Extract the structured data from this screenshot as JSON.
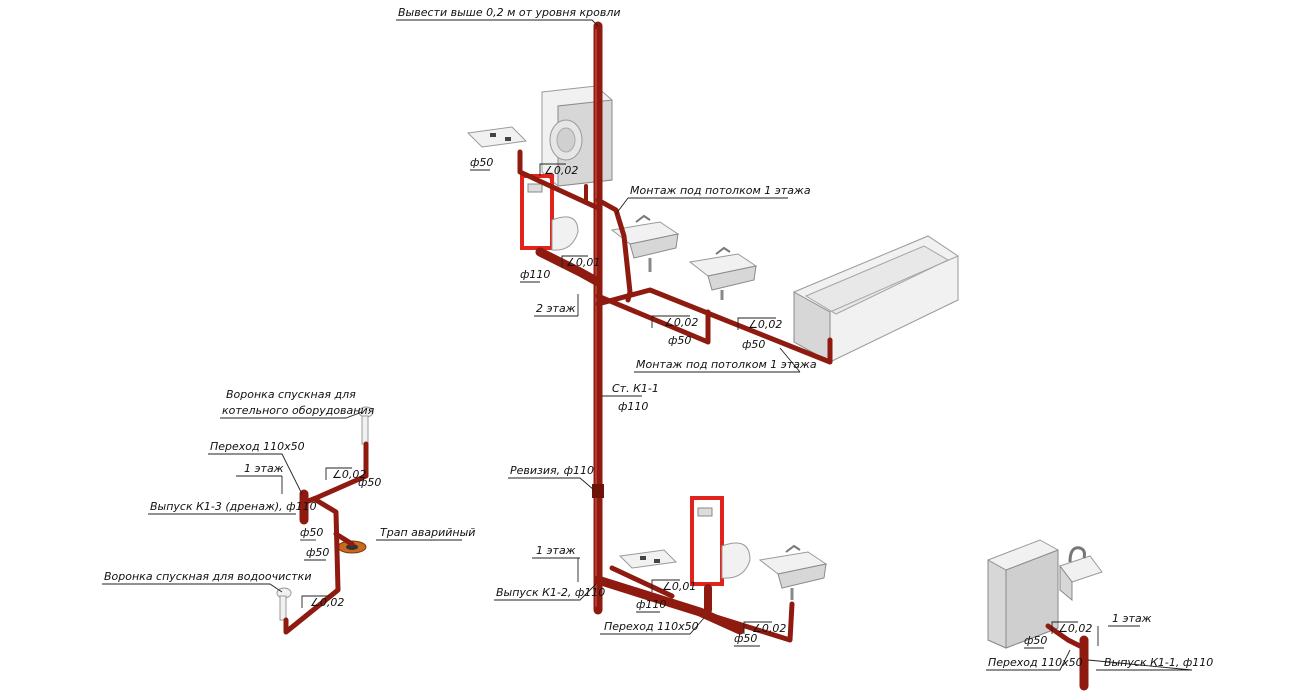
{
  "labels": {
    "roof": "Вывести выше 0,2 м от уровня кровли",
    "ceiling_top": "Монтаж под потолком 1 этажа",
    "ceiling_bottom": "Монтаж под потолком 1 этажа",
    "floor2": "2 этаж",
    "riser": "Ст. К1-1",
    "riser_dia": "ф110",
    "revision": "Ревизия, ф110",
    "floor1_center": "1 этаж",
    "outlet_k12": "Выпуск К1-2, ф110",
    "transition_center": "Переход 110х50",
    "funnel_boiler_line1": "Воронка спускная для",
    "funnel_boiler_line2": "котельного оборудования",
    "transition_left": "Переход 110х50",
    "floor1_left": "1 этаж",
    "outlet_k13": "Выпуск К1-3 (дренаж), ф110",
    "trap": "Трап аварийный",
    "funnel_water": "Воронка спускная для водоочистки",
    "floor1_right": "1 этаж",
    "transition_right": "Переход 110х50",
    "outlet_k11": "Выпуск К1-1, ф110"
  },
  "dims": {
    "d50_top": "ф50",
    "slope_top": "0,02",
    "d110_top": "ф110",
    "slope_wc_top": "0,01",
    "slope_sink1": "0,02",
    "d50_sink1": "ф50",
    "slope_bath": "0,02",
    "d50_bath": "ф50",
    "slope_left_top": "0,02",
    "d50_left_top": "ф50",
    "d50_left_mid": "ф50",
    "d50_left_low": "ф50",
    "slope_left_low": "0,02",
    "slope_wc_bottom": "0,01",
    "d110_bottom": "ф110",
    "slope_bottom": "0,02",
    "d50_bottom": "ф50",
    "d50_right": "ф50",
    "slope_right": "0,02"
  },
  "colors": {
    "pipe": "#8e1a10",
    "install_frame": "#e0241b"
  }
}
